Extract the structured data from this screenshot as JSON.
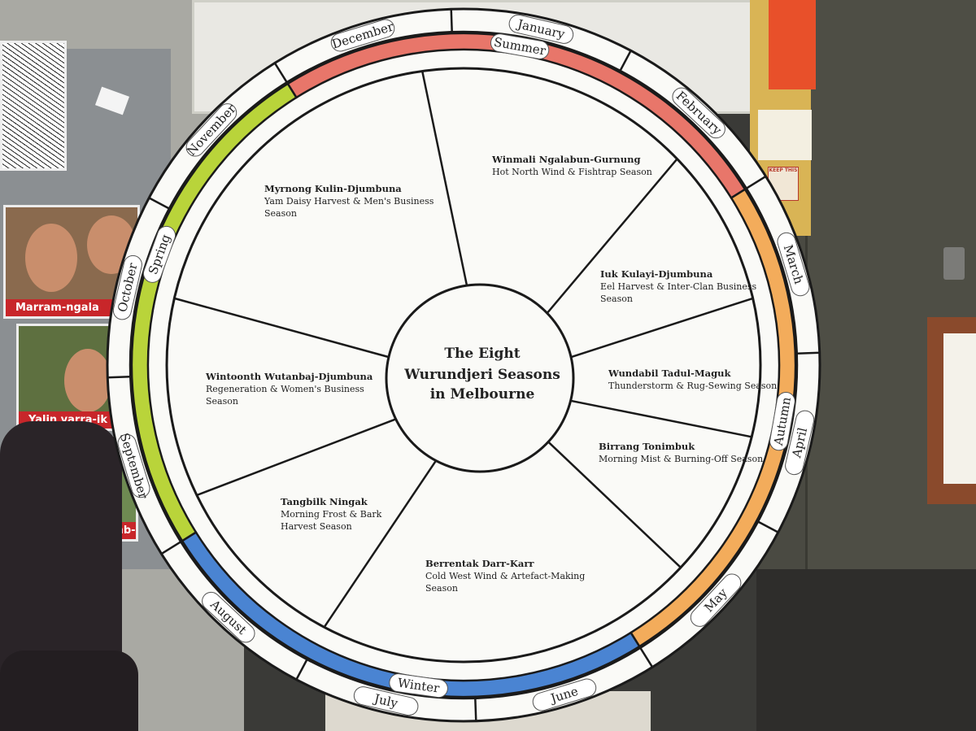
{
  "wheel": {
    "title_lines": [
      "The Eight",
      "Wurundjeri Seasons",
      "in Melbourne"
    ],
    "months": [
      "January",
      "February",
      "March",
      "April",
      "May",
      "June",
      "July",
      "August",
      "September",
      "October",
      "November",
      "December"
    ],
    "western_seasons": [
      {
        "name": "Summer",
        "color": "#e8766a"
      },
      {
        "name": "Autumn",
        "color": "#f3ac5b"
      },
      {
        "name": "Winter",
        "color": "#4a84d2"
      },
      {
        "name": "Spring",
        "color": "#b9d43a"
      }
    ],
    "seasons": [
      {
        "name": "Winmali Ngalabun-Gurnung",
        "desc_lines": [
          "Hot North Wind & Fishtrap Season"
        ]
      },
      {
        "name": "Iuk Kulayi-Djumbuna",
        "desc_lines": [
          "Eel Harvest & Inter-Clan Business",
          "Season"
        ]
      },
      {
        "name": "Wundabil Tadul-Maguk",
        "desc_lines": [
          "Thunderstorm & Rug-Sewing Season"
        ]
      },
      {
        "name": "Birrang Tonimbuk",
        "desc_lines": [
          "Morning Mist & Burning-Off Season"
        ]
      },
      {
        "name": "Berrentak Darr-Karr",
        "desc_lines": [
          "Cold West Wind & Artefact-Making",
          "Season"
        ]
      },
      {
        "name": "Tangbilk Ningak",
        "desc_lines": [
          "Morning Frost & Bark",
          " Harvest  Season"
        ]
      },
      {
        "name": "Wintoonth Wutanbaj-Djumbuna",
        "desc_lines": [
          "Regeneration & Women's Business",
          "Season"
        ]
      },
      {
        "name": "Myrnong Kulin-Djumbuna",
        "desc_lines": [
          "Yam Daisy Harvest & Men's Business",
          "Season"
        ]
      }
    ]
  },
  "background": {
    "poster_captions": [
      "Marram-ngala",
      "Yalin yarra-ik",
      "Marramb-ik"
    ],
    "door_sign": "KEEP THIS"
  }
}
